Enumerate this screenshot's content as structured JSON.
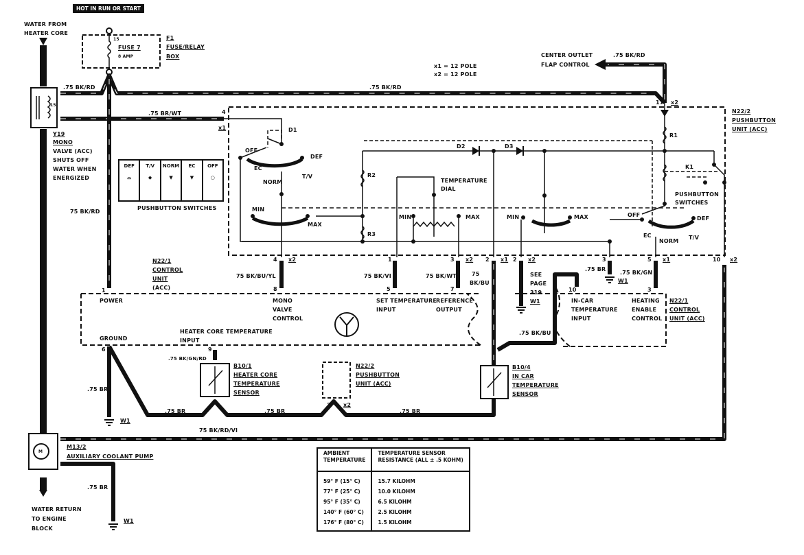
{
  "banner": "HOT IN RUN OR START",
  "water_in": {
    "line1": "WATER FROM",
    "line2": "HEATER CORE"
  },
  "water_out": {
    "line1": "WATER RETURN",
    "line2": "TO ENGINE",
    "line3": "BLOCK"
  },
  "fuse": {
    "pin": "15",
    "name": "FUSE 7",
    "rating": "8 AMP",
    "ref": "F1",
    "box_line1": "FUSE/RELAY",
    "box_line2": "BOX"
  },
  "valve": {
    "ref": "Y19",
    "line1": "MONO",
    "line2": "VALVE (ACC)",
    "line3": "SHUTS OFF",
    "line4": "WATER WHEN",
    "line5": "ENERGIZED",
    "coil": "15"
  },
  "poles": {
    "x1": "x1 = 12 POLE",
    "x2": "x2 = 12 POLE"
  },
  "flap": {
    "line1": "CENTER OUTLET",
    "line2": "FLAP CONTROL",
    "wire": ".75 BK/RD"
  },
  "wires": {
    "top_left": ".75 BK/RD",
    "top_main": ".75 BK/RD",
    "br_wt": ".75 BR/WT",
    "left_vertical": "75 BK/RD",
    "bk_bu_yl": "75 BK/BU/YL",
    "bk_vi": "75 BK/VI",
    "bk_wt": "75 BK/WT",
    "bk_bu_a": "75",
    "bk_bu_b": "BK/BU",
    "br_ground": ".75 BR",
    "bk_gn": ".75 BK/GN",
    "bk_bu_c": ".75 BK/BU",
    "bk_gn_rd": ".75 BK/GN/RD",
    "br_1": ".75 BR",
    "br_2": ".75 BR",
    "br_3": ".75 BR",
    "br_4": ".75 BR",
    "bk_rd_vi": "75 BK/RD/VI",
    "br_pump": ".75 BR"
  },
  "pushbutton_unit_top": {
    "ref": "N22/2",
    "line1": "PUSHBUTTON",
    "line2": "UNIT (ACC)"
  },
  "pushbutton_switches": {
    "title": "PUSHBUTTON SWITCHES",
    "buttons": [
      {
        "label": "DEF",
        "icon": "defrost-icon",
        "glyph": "⌓"
      },
      {
        "label": "T/V",
        "icon": "diamond-icon",
        "glyph": "◆"
      },
      {
        "label": "NORM",
        "icon": "heart-icon",
        "glyph": "▼"
      },
      {
        "label": "EC",
        "icon": "ec-arrow-icon",
        "glyph": "▼"
      },
      {
        "label": "OFF",
        "icon": "circle-icon",
        "glyph": "○"
      }
    ]
  },
  "internal": {
    "d1": "D1",
    "d2": "D2",
    "d3": "D3",
    "r1": "R1",
    "r2": "R2",
    "r3": "R3",
    "k1": "K1",
    "sw1": {
      "off": "OFF",
      "def": "DEF",
      "ec": "EC",
      "tv": "T/V",
      "norm": "NORM"
    },
    "sw2": {
      "min": "MIN",
      "max": "MAX"
    },
    "dial": {
      "line1": "TEMPERATURE",
      "line2": "DIAL",
      "min": "MIN",
      "max": "MAX"
    },
    "sw3": {
      "min": "MIN",
      "max": "MAX"
    },
    "sw4": {
      "off": "OFF",
      "def": "DEF",
      "ec": "EC",
      "tv": "T/V",
      "norm": "NORM"
    },
    "pb_label1": "PUSHBUTTON",
    "pb_label2": "SWITCHES"
  },
  "pins": {
    "p4": "4",
    "p4x": "x1",
    "p4b": "4",
    "p4bx": "x2",
    "p1": "1",
    "p3": "3",
    "p3x": "x2",
    "p2a": "2",
    "p2ax": "x1",
    "p2b": "2",
    "p2bx": "x2",
    "p3b": "3",
    "p5": "5",
    "p5x": "x1",
    "p10": "10",
    "p10x": "x2",
    "p17": "17",
    "p17x": "x2",
    "c1": "1",
    "c8": "8",
    "c5": "5",
    "c7": "7",
    "c10": "10",
    "c3": "3",
    "c6": "6",
    "c9": "9",
    "s2": "2",
    "s2x": "x2"
  },
  "control_unit": {
    "ref": "N22/1",
    "line1": "CONTROL",
    "line2": "UNIT",
    "line3": "(ACC)",
    "power": "POWER",
    "mono1": "MONO",
    "mono2": "VALVE",
    "mono3": "CONTROL",
    "set1": "SET TEMPERATURE",
    "set2": "INPUT",
    "ref1": "REFERENCE",
    "ref2": "OUTPUT",
    "incar1": "IN-CAR",
    "incar2": "TEMPERATURE",
    "incar3": "INPUT",
    "heat1": "HEATING",
    "heat2": "ENABLE",
    "heat3": "CONTROL",
    "ground": "GROUND",
    "hc1": "HEATER CORE TEMPERATURE",
    "hc2": "INPUT",
    "ref_right": "N22/1",
    "right1": "CONTROL",
    "right2": "UNIT (ACC)"
  },
  "see_page": {
    "line1": "SEE",
    "line2": "PAGE",
    "line3": "319",
    "line4": "W1"
  },
  "grounds": {
    "g1": "W1",
    "g2": "W1",
    "g3": "W1"
  },
  "heater_sensor": {
    "ref": "B10/1",
    "line1": "HEATER CORE",
    "line2": "TEMPERATURE",
    "line3": "SENSOR"
  },
  "pb_unit_bottom": {
    "ref": "N22/2",
    "line1": "PUSHBUTTON",
    "line2": "UNIT (ACC)"
  },
  "incar_sensor": {
    "ref": "B10/4",
    "line1": "IN CAR",
    "line2": "TEMPERATURE",
    "line3": "SENSOR"
  },
  "pump": {
    "ref": "M13/2",
    "name": "AUXILIARY COOLANT PUMP",
    "symbol": "M"
  },
  "resistance_table": {
    "headers": [
      {
        "line1": "AMBIENT",
        "line2": "TEMPERATURE"
      },
      {
        "line1": "TEMPERATURE SENSOR",
        "line2": "RESISTANCE  (ALL ± .5 KOHM)"
      }
    ],
    "rows": [
      {
        "temp": "59° F (15° C)",
        "resistance": "15.7 KILOHM"
      },
      {
        "temp": "77° F (25° C)",
        "resistance": "10.0 KILOHM"
      },
      {
        "temp": "95° F (35° C)",
        "resistance": "6.5 KILOHM"
      },
      {
        "temp": "140° F (60° C)",
        "resistance": "2.5 KILOHM"
      },
      {
        "temp": "176° F (80° C)",
        "resistance": "1.5 KILOHM"
      }
    ]
  }
}
